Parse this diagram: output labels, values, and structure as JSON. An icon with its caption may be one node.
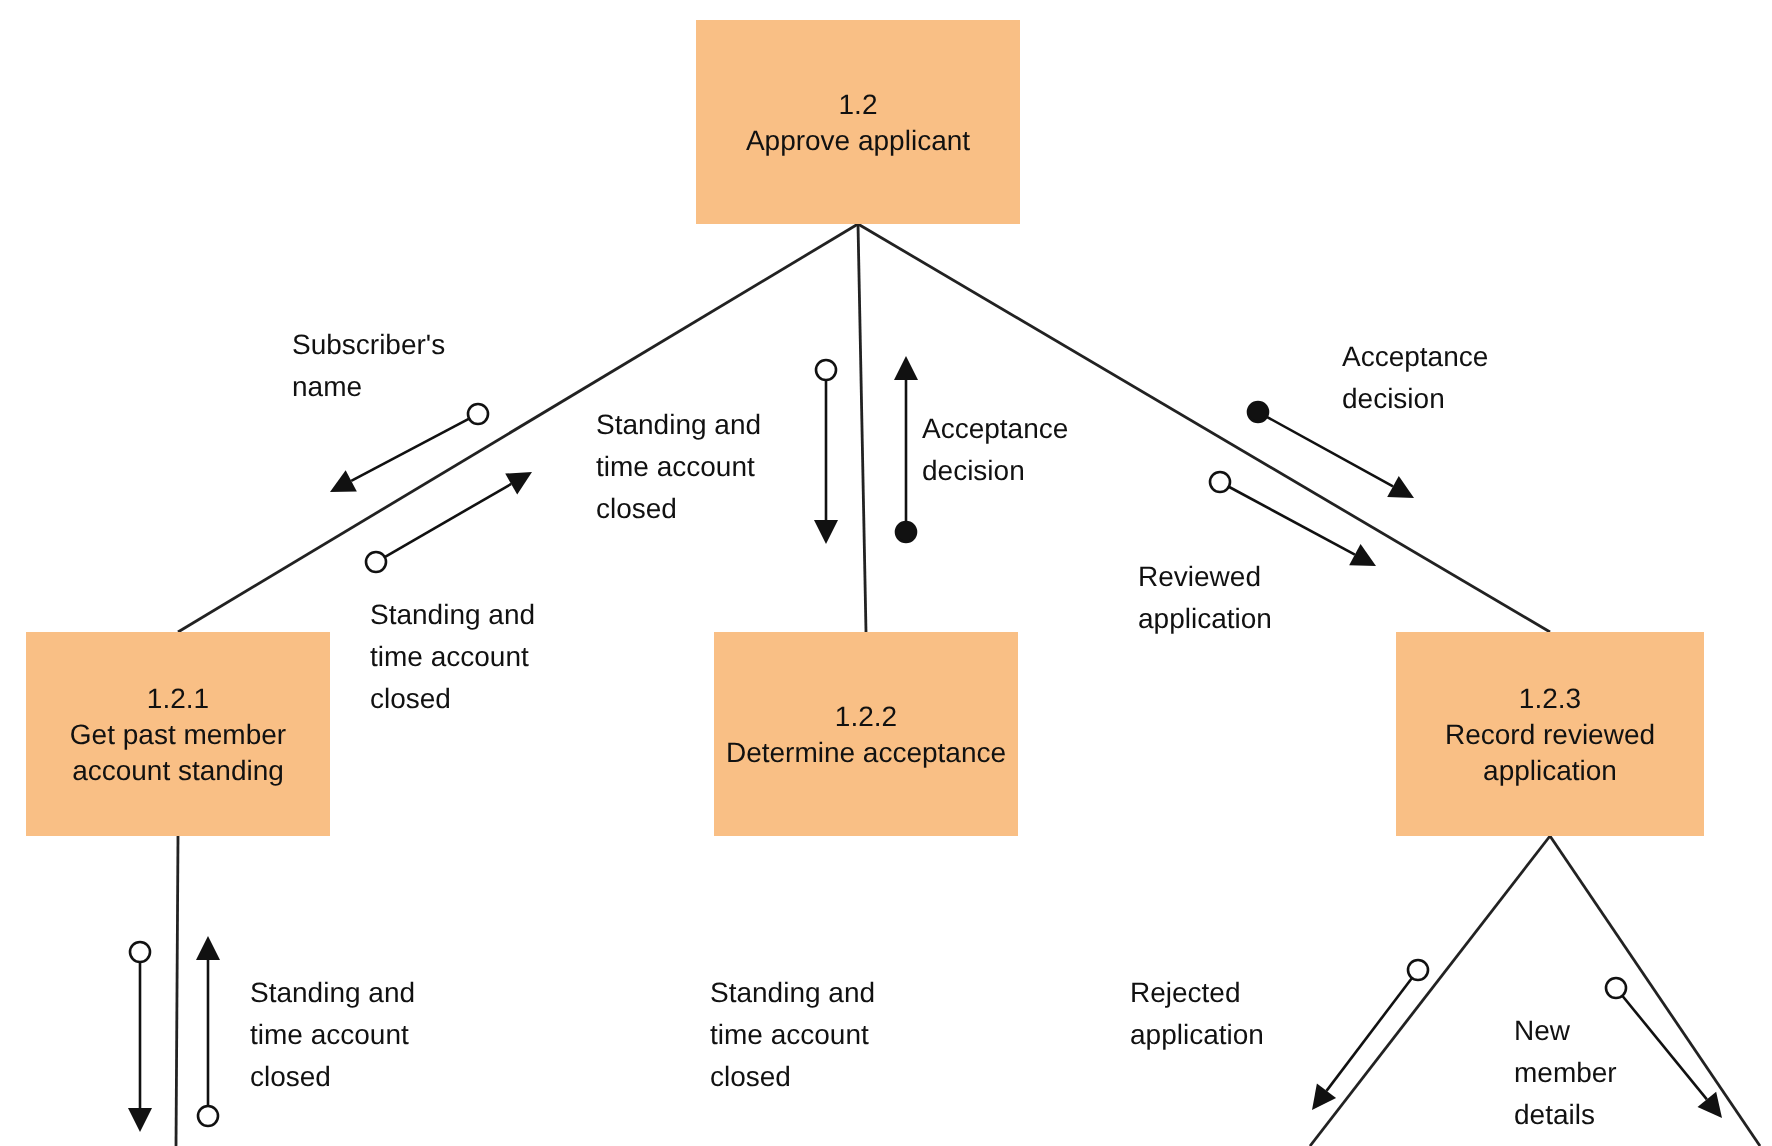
{
  "diagram": {
    "nodes": [
      {
        "text": [
          "1.2",
          "Approve applicant"
        ]
      },
      {
        "text": [
          "1.2.1",
          "Get past member account standing"
        ]
      },
      {
        "text": [
          "1.2.2",
          "Determine acceptance"
        ]
      },
      {
        "text": [
          "1.2.3",
          "Record reviewed application"
        ]
      }
    ],
    "edges": [
      {
        "from": 0,
        "to": 1,
        "arrow": "none"
      },
      {
        "from": 0,
        "to": 2,
        "arrow": "none"
      },
      {
        "from": 0,
        "to": 3,
        "arrow": "none"
      },
      {
        "from": 1,
        "to": null,
        "arrow": "none"
      },
      {
        "from": 3,
        "to": null,
        "arrow": "none"
      },
      {
        "from": 3,
        "to": null,
        "arrow": "none"
      }
    ],
    "labels": [
      "Subscriber's name",
      "Standing and time account closed",
      "Acceptance decision",
      "Acceptance decision",
      "Standing and time account closed",
      "Reviewed application",
      "Standing and time account closed",
      "Standing and time account closed",
      "Rejected application",
      "New member details"
    ]
  }
}
